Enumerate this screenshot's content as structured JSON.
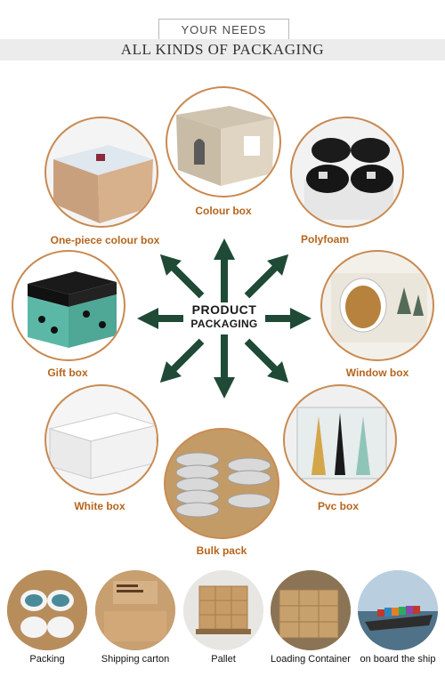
{
  "header": {
    "top": "YOUR NEEDS",
    "title": "ALL KINDS OF PACKAGING"
  },
  "center": {
    "line1": "PRODUCT",
    "line2": "PACKAGING"
  },
  "items": {
    "colour_box": "Colour box",
    "one_piece": "One-piece colour box",
    "polyfoam": "Polyfoam",
    "gift_box": "Gift box",
    "window_box": "Window box",
    "white_box": "White box",
    "pvc_box": "Pvc box",
    "bulk_pack": "Bulk pack"
  },
  "bottom": [
    "Packing",
    "Shipping carton",
    "Pallet",
    "Loading Container",
    "on board the ship"
  ],
  "colors": {
    "arrow": "#1f4a36",
    "label": "#b5651d",
    "ring": "#c98a52"
  }
}
